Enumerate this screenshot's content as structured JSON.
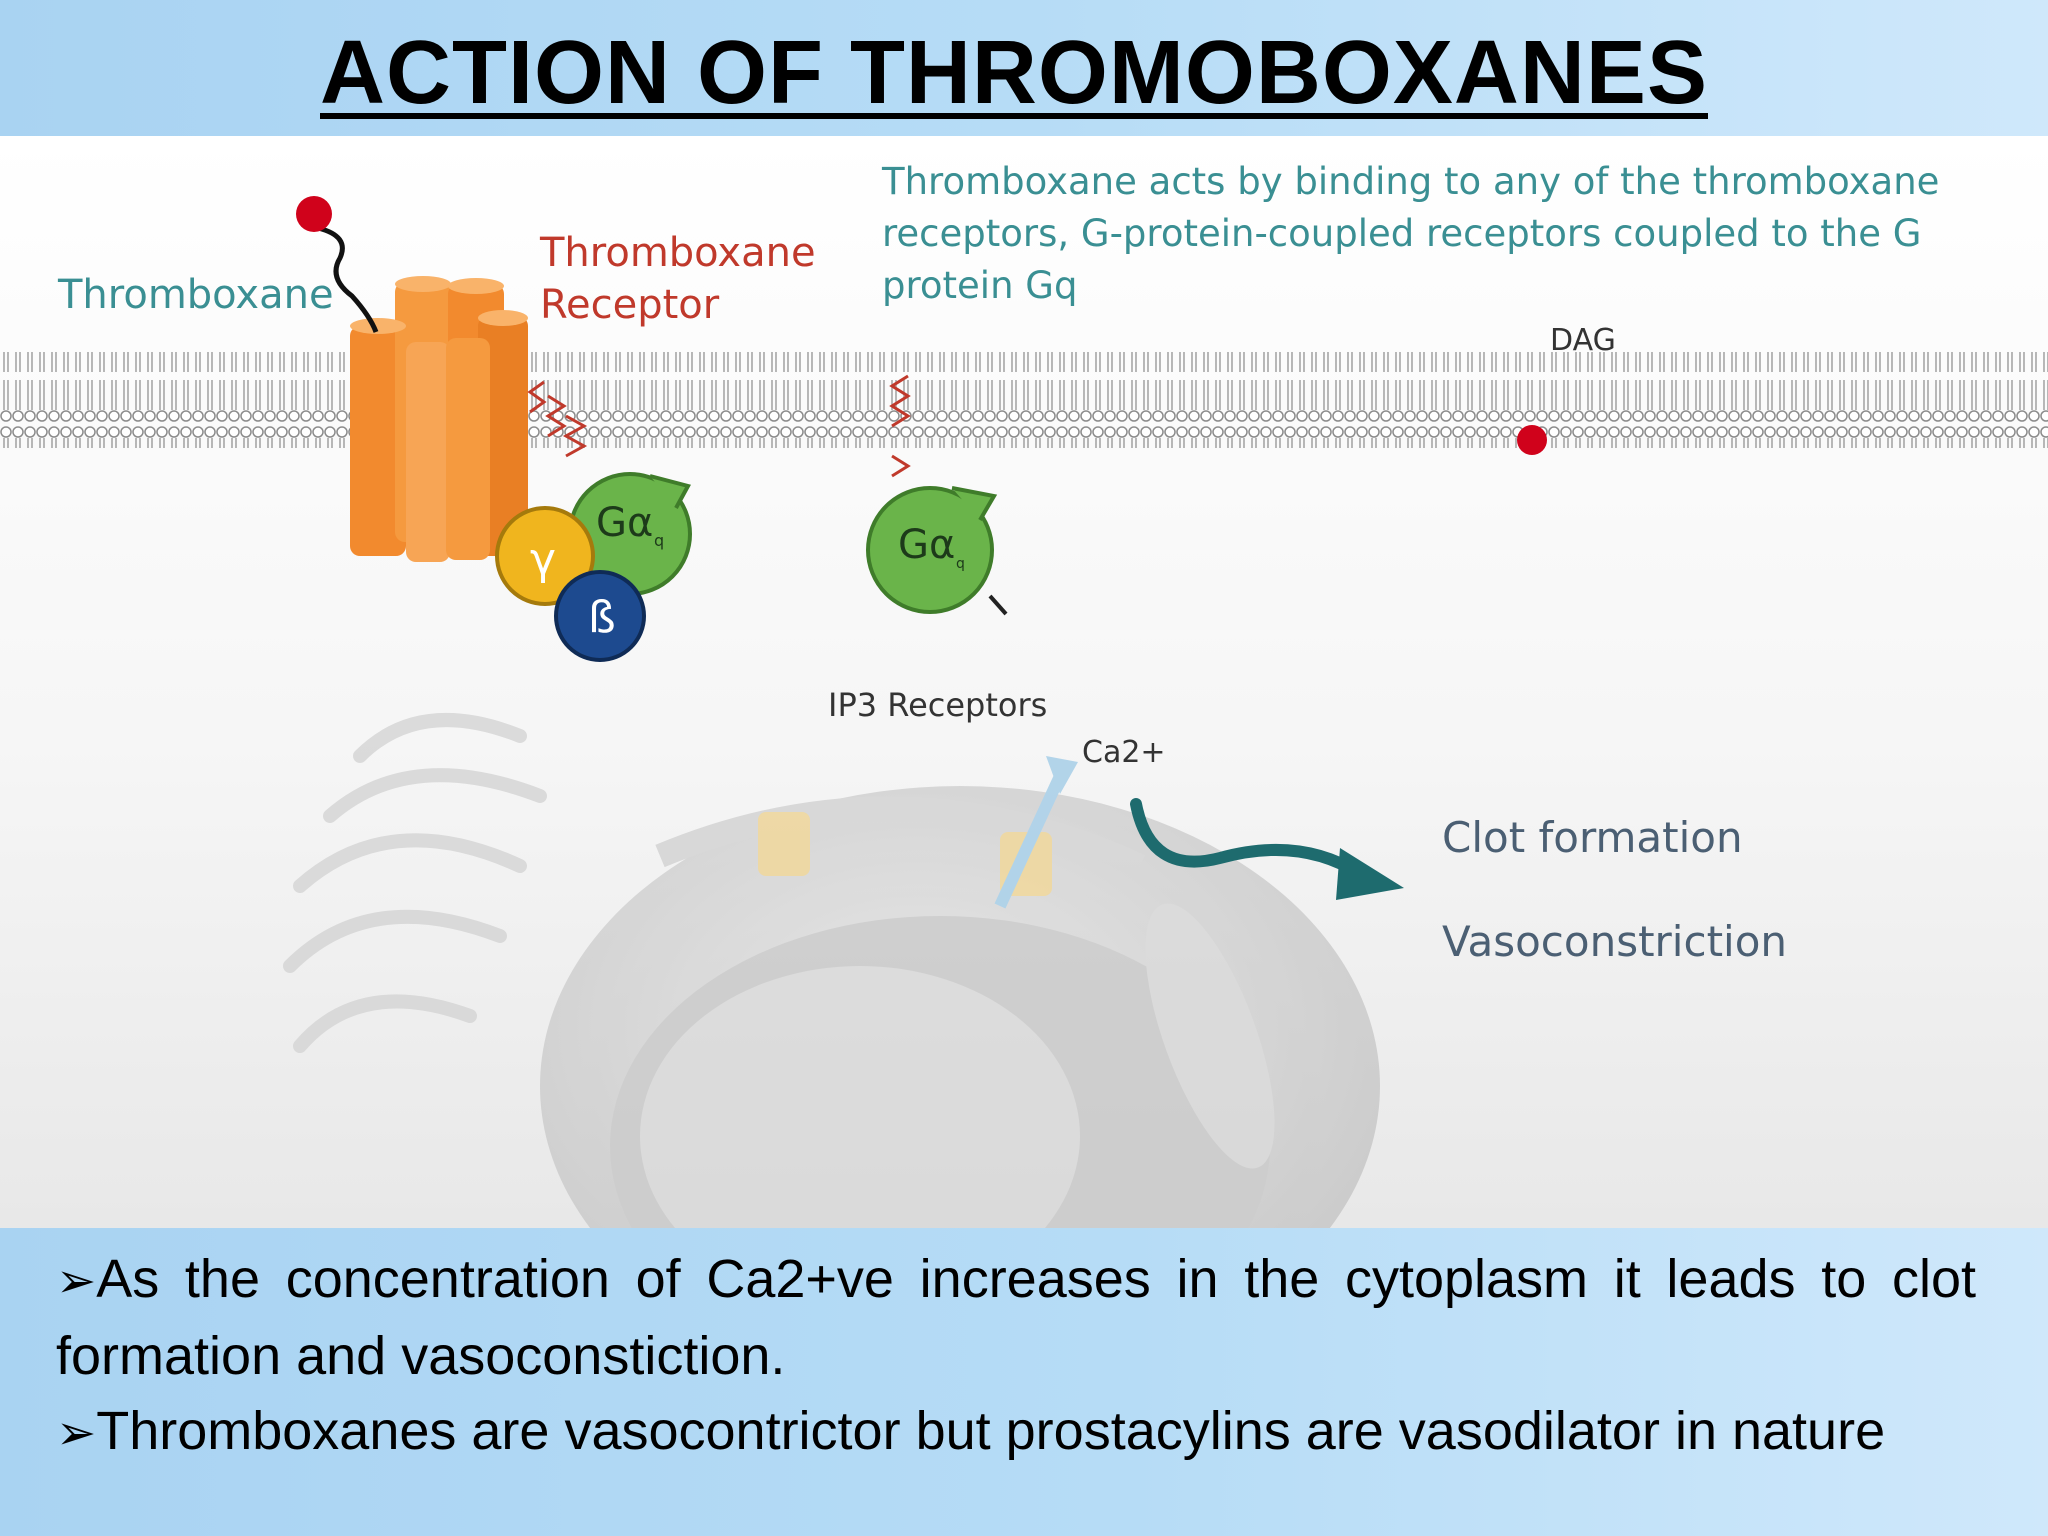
{
  "slide": {
    "title": "ACTION OF THROMOBOXANES"
  },
  "diagram": {
    "label_thromboxane": "Thromboxane",
    "label_receptor_line1": "Thromboxane",
    "label_receptor_line2": "Receptor",
    "caption_line1": "Thromboxane acts by binding to any of the thromboxane",
    "caption_line2": "receptors, G-protein-coupled receptors coupled to the G",
    "caption_line3": "protein Gq",
    "label_dag": "DAG",
    "label_gaq": "Gα",
    "label_gaq_sub": "q",
    "label_ga": "Gα",
    "label_ga_sub": "q",
    "label_gamma": "γ",
    "label_beta": "ß",
    "label_ip3": "IP3 Receptors",
    "label_ca": "Ca2+",
    "label_clot": "Clot formation",
    "label_vaso": "Vasoconstriction",
    "colors": {
      "caption": "#3a8f93",
      "receptor_label": "#c0392b",
      "receptor": "#f28a2e",
      "g_alpha": "#6ab44a",
      "gamma": "#f0b51e",
      "beta": "#1d4a8f",
      "ligand": "#d0021b",
      "flow_arrow": "#1e6b6e"
    }
  },
  "bullets": [
    {
      "marker": "➢",
      "text": "As the concentration of Ca2+ve increases in the cytoplasm it leads to clot formation and vasoconstiction."
    },
    {
      "marker": "➢",
      "text": "Thromboxanes are vasocontrictor but prostacylins are vasodilator in nature"
    }
  ]
}
